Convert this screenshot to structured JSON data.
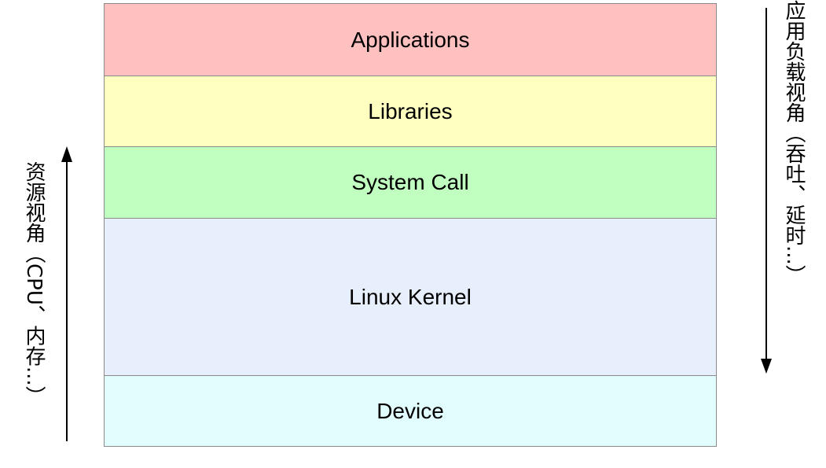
{
  "layers": [
    {
      "label": "Applications",
      "color": "#ffc0c0"
    },
    {
      "label": "Libraries",
      "color": "#ffffc0"
    },
    {
      "label": "System Call",
      "color": "#c0ffc0"
    },
    {
      "label": "Linux Kernel",
      "color": "#e6effb"
    },
    {
      "label": "Device",
      "color": "#e2fdfd"
    }
  ],
  "left_axis": {
    "label": "资源视角（CPU、内存...）",
    "direction": "up"
  },
  "right_axis": {
    "label": "应用负载视角（吞吐、延时...）",
    "direction": "down"
  }
}
